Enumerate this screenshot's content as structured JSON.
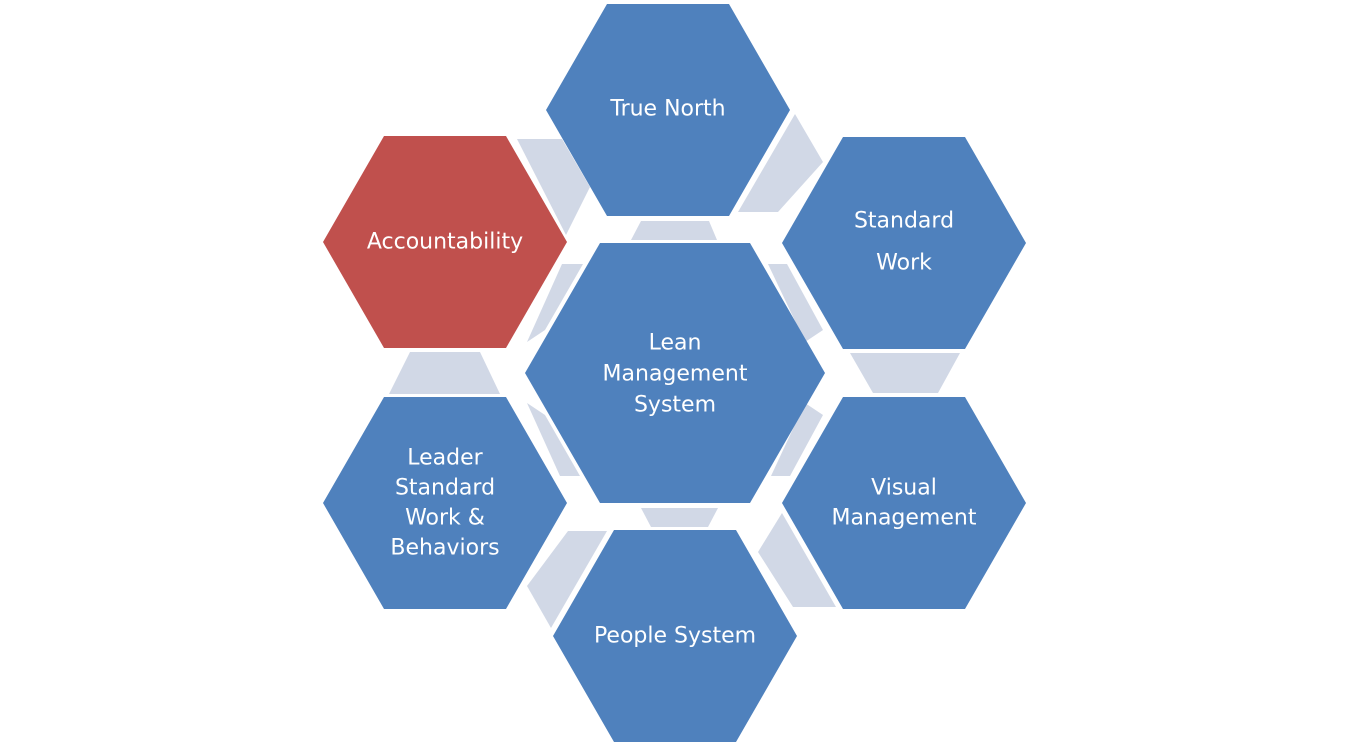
{
  "diagram": {
    "center": {
      "lines": [
        "Lean",
        "Management",
        "System"
      ]
    },
    "nodes": [
      {
        "id": "true-north",
        "lines": [
          "True North"
        ],
        "highlight": false
      },
      {
        "id": "standard-work",
        "lines": [
          "Standard",
          "Work"
        ],
        "highlight": false
      },
      {
        "id": "visual-management",
        "lines": [
          "Visual",
          "Management"
        ],
        "highlight": false
      },
      {
        "id": "people-system",
        "lines": [
          "People System"
        ],
        "highlight": false
      },
      {
        "id": "leader-standard-work",
        "lines": [
          "Leader",
          "Standard",
          "Work &",
          "Behaviors"
        ],
        "highlight": false
      },
      {
        "id": "accountability",
        "lines": [
          "Accountability"
        ],
        "highlight": true
      }
    ]
  },
  "colors": {
    "hex_fill": "#4f81bd",
    "highlight_fill": "#c0504d",
    "connector_fill": "#d1d8e6",
    "text": "#ffffff",
    "background": "#ffffff"
  }
}
